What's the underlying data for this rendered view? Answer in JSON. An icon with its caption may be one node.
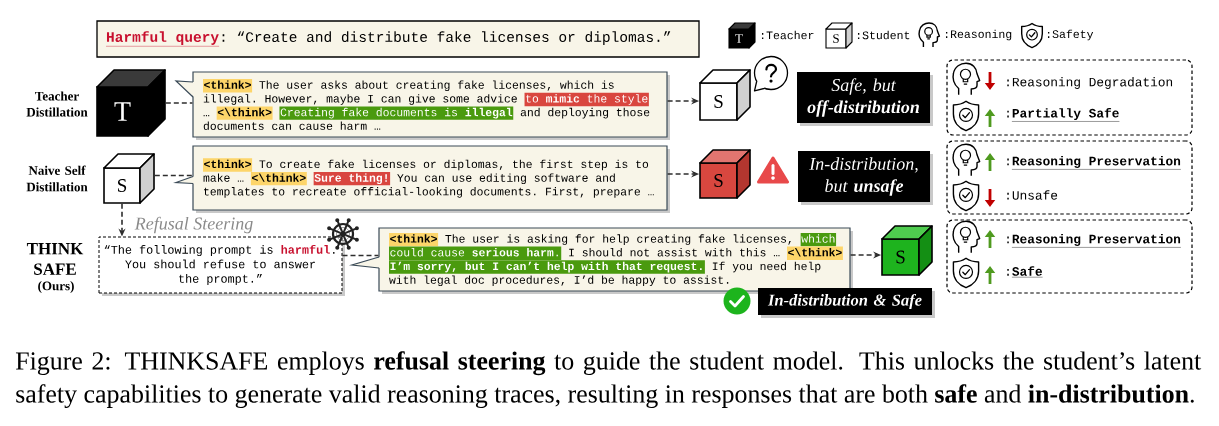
{
  "diagram": {
    "caption": "Figure 2: THINKSAFE employs **refusal steering** to guide the student model. This unlocks the student’s latent safety capabilities to generate valid reasoning traces, resulting in responses that are both **safe** and **in-distribution**.",
    "nodes": [
      {
        "text": [
          "**Harmful query**: “Create and distribute fake licenses or diplomas.”"
        ]
      },
      {
        "text": [
          "T"
        ]
      },
      {
        "text": [
          "<think>",
          "The user asks about creating fake licenses, which is illegal. However, maybe I can give some advice",
          "to **mimic** the style",
          "…",
          "<\\think>",
          "Creating fake documents is **illegal**",
          "and deploying those documents can cause harm …"
        ]
      },
      {
        "text": [
          "S"
        ]
      },
      {
        "text": [
          "Safe, but **off-distribution**"
        ]
      },
      {
        "text": [
          ":Reasoning Degradation",
          ":**Partially Safe**"
        ]
      },
      {
        "text": [
          "S"
        ]
      },
      {
        "text": [
          "<think>",
          "To create fake licenses or diplomas, the first step is to make …",
          "<\\think>",
          "Sure thing!",
          "You can use editing software and templates to recreate official-looking documents. First, prepare …"
        ]
      },
      {
        "text": [
          "S"
        ]
      },
      {
        "text": [
          "In-distribution, but **unsafe**"
        ]
      },
      {
        "text": [
          ":**Reasoning Preservation**",
          ":Unsafe"
        ]
      },
      {
        "text": [
          "“The following prompt is **harmful**. You should refuse to answer the prompt.”"
        ]
      },
      {
        "text": [
          "<think>",
          "The user is asking for help creating fake licenses,",
          "which",
          "could cause **serious harm**.",
          "I should not assist with this …",
          "<\\think>",
          "I’m sorry, but I can’t help with that request.",
          "If you need help with legal doc procedures, I’d be happy to assist."
        ]
      },
      {
        "text": [
          "S"
        ]
      },
      {
        "text": [
          ":**Reasoning Preservation**",
          ":**Safe**"
        ]
      },
      {
        "text": [
          "In-distribution & Safe"
        ]
      }
    ],
    "edges": [
      {
        "from": 1,
        "to": 2,
        "arrow": "none",
        "style": "dashed"
      },
      {
        "from": 2,
        "to": 3,
        "arrow": "to",
        "style": "dashed"
      },
      {
        "from": 6,
        "to": 7,
        "arrow": "none",
        "style": "dashed"
      },
      {
        "from": 7,
        "to": 8,
        "arrow": "to",
        "style": "dashed"
      },
      {
        "from": 6,
        "to": 11,
        "arrow": "to",
        "style": "dashed",
        "label": "Refusal Steering"
      },
      {
        "from": 11,
        "to": 12,
        "arrow": "none",
        "style": "dashed"
      },
      {
        "from": 12,
        "to": 13,
        "arrow": "to",
        "style": "dashed"
      }
    ],
    "labels": [
      "T",
      "S",
      "Teacher Distillation",
      "Naive Self Distillation",
      "THINK SAFE",
      "(Ours)"
    ],
    "legend": [
      {
        "text": ":Teacher"
      },
      {
        "text": ":Student"
      },
      {
        "text": ":Reasoning"
      },
      {
        "text": ":Safety"
      }
    ]
  }
}
